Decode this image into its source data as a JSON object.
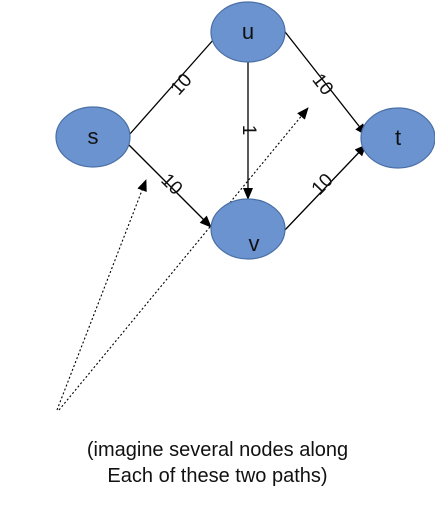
{
  "nodes": [
    {
      "id": "s",
      "label": "s"
    },
    {
      "id": "u",
      "label": "u"
    },
    {
      "id": "v",
      "label": "v"
    },
    {
      "id": "t",
      "label": "t"
    }
  ],
  "edges": [
    {
      "from": "s",
      "to": "u",
      "weight": "10"
    },
    {
      "from": "s",
      "to": "v",
      "weight": "10"
    },
    {
      "from": "u",
      "to": "v",
      "weight": "1"
    },
    {
      "from": "u",
      "to": "t",
      "weight": "10"
    },
    {
      "from": "v",
      "to": "t",
      "weight": "10"
    }
  ],
  "caption": {
    "line1": "(imagine several nodes along",
    "line2": "Each of these two paths)"
  },
  "colors": {
    "node_fill": "#6b93cf",
    "node_stroke": "#4a6fa5"
  }
}
